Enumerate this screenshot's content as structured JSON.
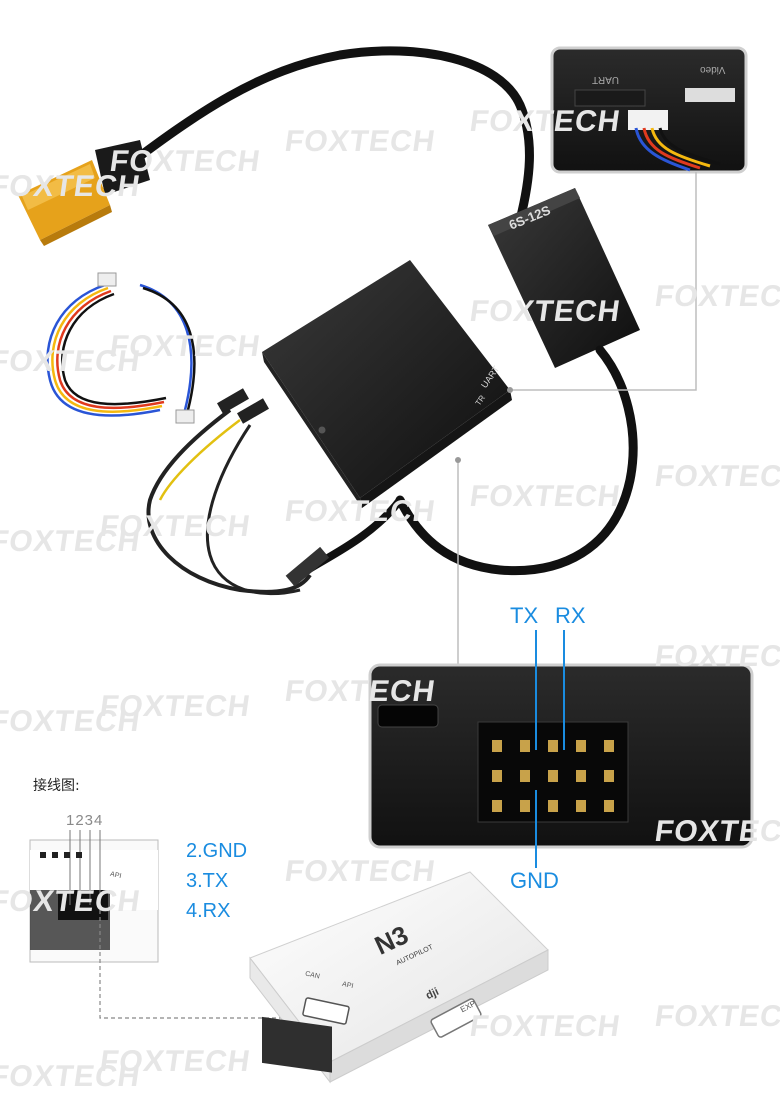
{
  "watermark": "FOXTECH",
  "module": {
    "voltage_label": "6S-12S",
    "uart_label": "UART",
    "tr_label": "TR"
  },
  "inset_top": {
    "uart_label": "UART",
    "video_label": "Video"
  },
  "connector_callout": {
    "tx_label": "TX",
    "rx_label": "RX",
    "gnd_label": "GND"
  },
  "wiring": {
    "title": "接线图:",
    "pin_numbers": "1234",
    "pin_legend": [
      "2.GND",
      "3.TX",
      "4.RX"
    ]
  },
  "flight_controller": {
    "brand": "N3",
    "sub_brand": "AUTOPILOT",
    "exp_label": "EXP",
    "api_label": "API",
    "can_label": "CAN",
    "maker_label": "dji"
  }
}
